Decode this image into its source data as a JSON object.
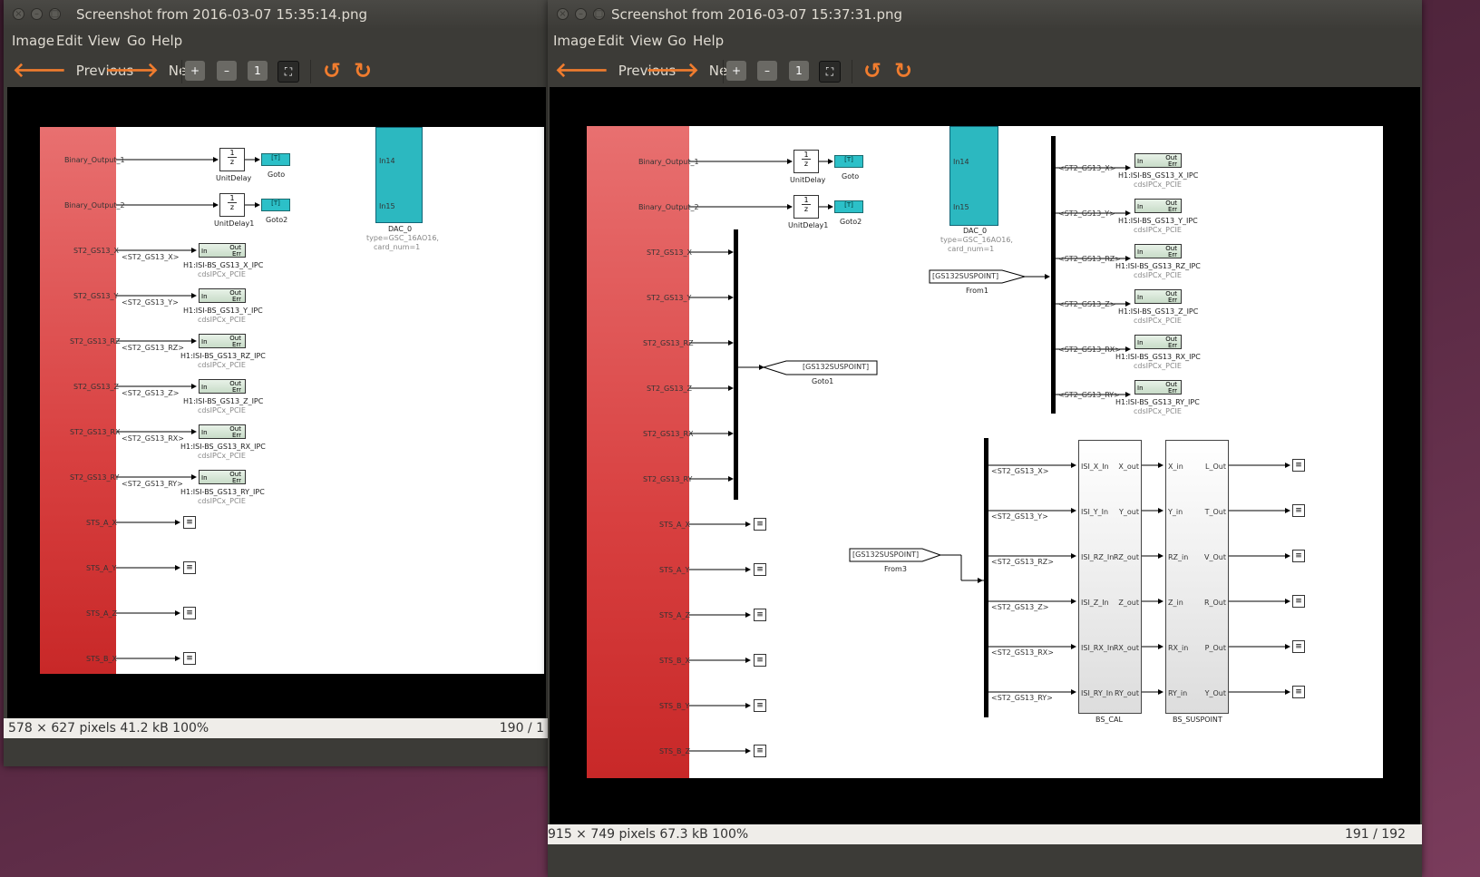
{
  "windows": [
    {
      "title": "Screenshot from 2016-03-07 15:35:14.png",
      "menu": [
        "Image",
        "Edit",
        "View",
        "Go",
        "Help"
      ],
      "toolbar": {
        "previous": "Previous",
        "next": "Next"
      },
      "status": {
        "info": "578 × 627 pixels  41.2 kB   100%",
        "index": "190 / 1"
      }
    },
    {
      "title": "Screenshot from 2016-03-07 15:37:31.png",
      "menu": [
        "Image",
        "Edit",
        "View",
        "Go",
        "Help"
      ],
      "toolbar": {
        "previous": "Previous",
        "next": "Next"
      },
      "status": {
        "info": "915 × 749 pixels  67.3 kB   100%",
        "index": "191 / 192"
      }
    }
  ],
  "diagram": {
    "inputs": [
      "Binary_Output_1",
      "Binary_Output_2",
      "ST2_GS13_X",
      "ST2_GS13_Y",
      "ST2_GS13_RZ",
      "ST2_GS13_Z",
      "ST2_GS13_RX",
      "ST2_GS13_RY",
      "STS_A_X",
      "STS_A_Y",
      "STS_A_Z",
      "STS_B_X",
      "STS_B_Y",
      "STS_B_Z"
    ],
    "unit_delay": {
      "num": "1",
      "den": "z",
      "labels": [
        "UnitDelay",
        "UnitDelay1"
      ]
    },
    "goto_tag": "[T]",
    "goto_labels": [
      "Goto",
      "Goto2"
    ],
    "dac": {
      "in1": "In14",
      "in2": "In15",
      "name": "DAC_0",
      "type": "type=GSC_16AO16,",
      "card": "card_num=1"
    },
    "signals": [
      "<ST2_GS13_X>",
      "<ST2_GS13_Y>",
      "<ST2_GS13_RZ>",
      "<ST2_GS13_Z>",
      "<ST2_GS13_RX>",
      "<ST2_GS13_RY>"
    ],
    "ipc_names": [
      "H1:ISI-BS_GS13_X_IPC",
      "H1:ISI-BS_GS13_Y_IPC",
      "H1:ISI-BS_GS13_RZ_IPC",
      "H1:ISI-BS_GS13_Z_IPC",
      "H1:ISI-BS_GS13_RX_IPC",
      "H1:ISI-BS_GS13_RY_IPC"
    ],
    "ipc_type": "cdsIPCx_PCIE",
    "ipc_ports": {
      "in": "In",
      "out": "Out",
      "err": "Err"
    },
    "suspoint_tag": "[GS132SUSPOINT]",
    "goto1_label": "Goto1",
    "from1_label": "From1",
    "from3_label": "From3",
    "bs_cal": {
      "name": "BS_CAL",
      "in": [
        "ISI_X_In",
        "ISI_Y_In",
        "ISI_RZ_In",
        "ISI_Z_In",
        "ISI_RX_In",
        "ISI_RY_In"
      ],
      "out": [
        "X_out",
        "Y_out",
        "RZ_out",
        "Z_out",
        "RX_out",
        "RY_out"
      ]
    },
    "bs_suspoint": {
      "name": "BS_SUSPOINT",
      "in": [
        "X_in",
        "Y_in",
        "RZ_in",
        "Z_in",
        "RX_in",
        "RY_in"
      ],
      "out": [
        "L_Out",
        "T_Out",
        "V_Out",
        "R_Out",
        "P_Out",
        "Y_Out"
      ]
    }
  },
  "colors": {
    "accent": "#f07c2e",
    "red_block": "#d84040",
    "dac": "#2cb8c0",
    "ipc": "#c8dcc8"
  }
}
